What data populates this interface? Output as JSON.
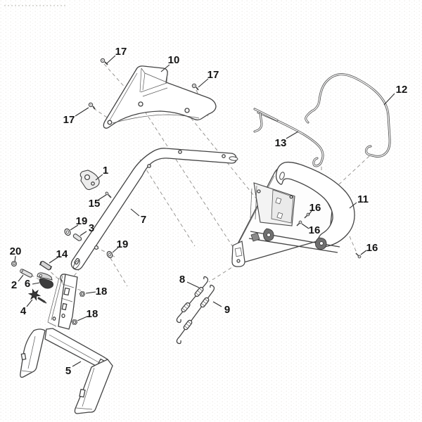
{
  "diagram": {
    "kind": "exploded-parts-diagram",
    "subject": "mower handle assembly",
    "callouts": [
      {
        "id": "17-top-left",
        "text": "17"
      },
      {
        "id": "10",
        "text": "10"
      },
      {
        "id": "17-top-right",
        "text": "17"
      },
      {
        "id": "12",
        "text": "12"
      },
      {
        "id": "17-left",
        "text": "17"
      },
      {
        "id": "13",
        "text": "13"
      },
      {
        "id": "1",
        "text": "1"
      },
      {
        "id": "15",
        "text": "15"
      },
      {
        "id": "7",
        "text": "7"
      },
      {
        "id": "19-upper",
        "text": "19"
      },
      {
        "id": "3",
        "text": "3"
      },
      {
        "id": "11",
        "text": "11"
      },
      {
        "id": "16-upper",
        "text": "16"
      },
      {
        "id": "19-lower",
        "text": "19"
      },
      {
        "id": "16-middle",
        "text": "16"
      },
      {
        "id": "20",
        "text": "20"
      },
      {
        "id": "14",
        "text": "14"
      },
      {
        "id": "16-right",
        "text": "16"
      },
      {
        "id": "2",
        "text": "2"
      },
      {
        "id": "6",
        "text": "6"
      },
      {
        "id": "8",
        "text": "8"
      },
      {
        "id": "18-upper",
        "text": "18"
      },
      {
        "id": "4",
        "text": "4"
      },
      {
        "id": "9",
        "text": "9"
      },
      {
        "id": "18-lower",
        "text": "18"
      },
      {
        "id": "5",
        "text": "5"
      }
    ],
    "colors": {
      "line": "#434343",
      "label": "#141414",
      "background": "#ffffff",
      "halftone_dot": "#e7e5e1",
      "dark_part": "#3a3a3a"
    }
  }
}
